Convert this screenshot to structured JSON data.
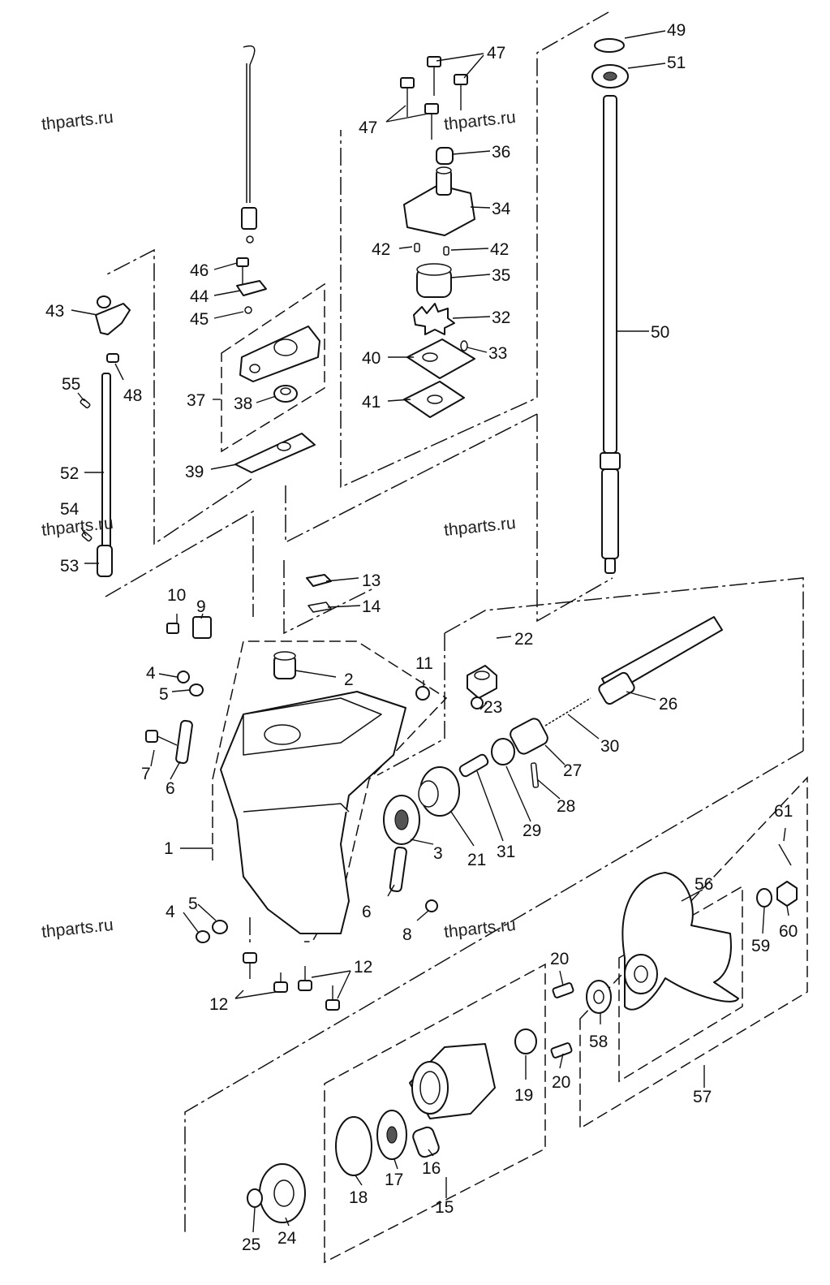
{
  "watermark": "thparts.ru",
  "callouts": {
    "c1": "1",
    "c2": "2",
    "c3": "3",
    "c4a": "4",
    "c4b": "4",
    "c5a": "5",
    "c5b": "5",
    "c6a": "6",
    "c6b": "6",
    "c7": "7",
    "c8": "8",
    "c9": "9",
    "c10": "10",
    "c11": "11",
    "c12a": "12",
    "c12b": "12",
    "c13": "13",
    "c14": "14",
    "c15": "15",
    "c16": "16",
    "c17": "17",
    "c18": "18",
    "c19": "19",
    "c20a": "20",
    "c20b": "20",
    "c21": "21",
    "c22": "22",
    "c23": "23",
    "c24": "24",
    "c25": "25",
    "c26": "26",
    "c27": "27",
    "c28": "28",
    "c29": "29",
    "c30": "30",
    "c31": "31",
    "c32": "32",
    "c33": "33",
    "c34": "34",
    "c35": "35",
    "c36": "36",
    "c37": "37",
    "c38": "38",
    "c39": "39",
    "c40": "40",
    "c41": "41",
    "c42a": "42",
    "c42b": "42",
    "c43": "43",
    "c44": "44",
    "c45": "45",
    "c46": "46",
    "c47a": "47",
    "c47b": "47",
    "c48": "48",
    "c49": "49",
    "c50": "50",
    "c51": "51",
    "c52": "52",
    "c53": "53",
    "c54": "54",
    "c55": "55",
    "c56": "56",
    "c57": "57",
    "c58": "58",
    "c59": "59",
    "c60": "60",
    "c61": "61"
  }
}
